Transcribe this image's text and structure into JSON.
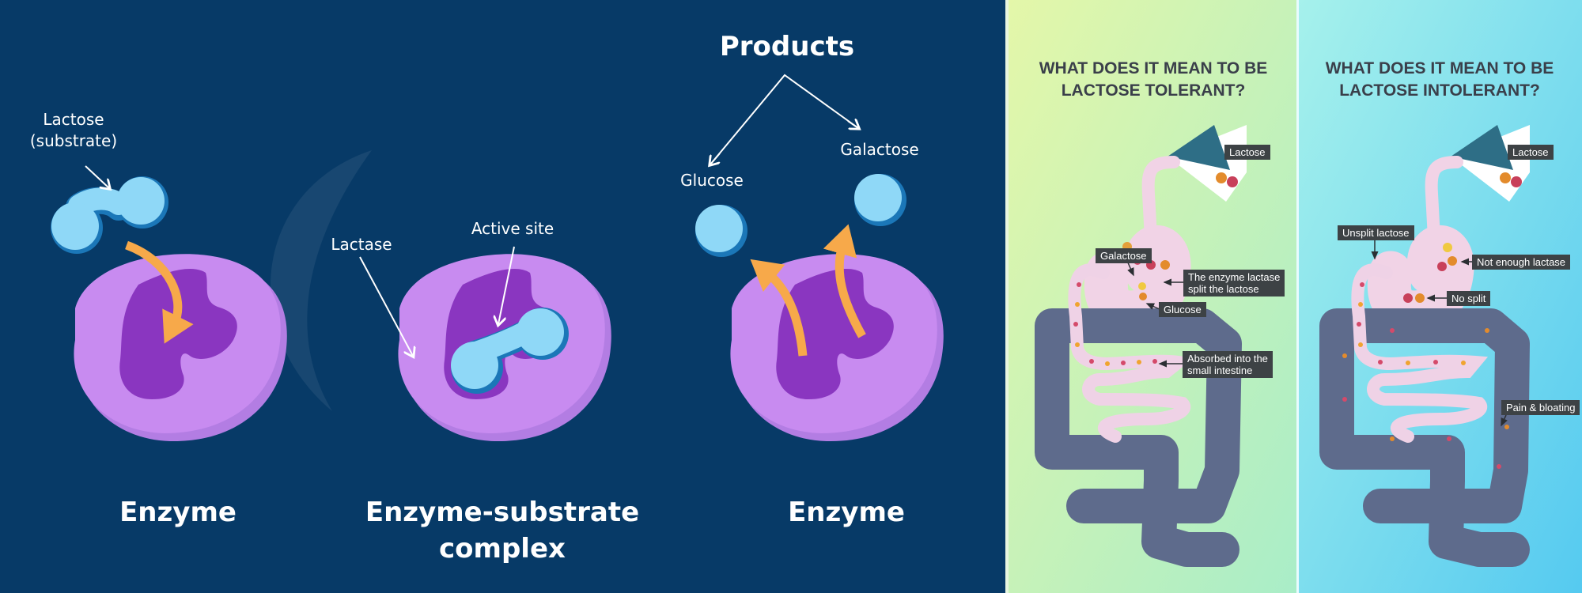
{
  "left_diagram": {
    "substrate_label": [
      "Lactose",
      "(substrate)"
    ],
    "lactase_label": "Lactase",
    "active_site_label": "Active site",
    "products_label": "Products",
    "glucose_label": "Glucose",
    "galactose_label": "Galactose",
    "stage_labels": [
      "Enzyme",
      "Enzyme-substrate",
      "complex",
      "Enzyme"
    ]
  },
  "tolerant_panel": {
    "title": [
      "WHAT DOES IT MEAN TO BE",
      "LACTOSE TOLERANT?"
    ],
    "tags": {
      "lactose": "Lactose",
      "galactose": "Galactose",
      "enzyme_split": [
        "The enzyme lactase",
        "split the lactose"
      ],
      "glucose": "Glucose",
      "absorbed": [
        "Absorbed into the",
        "small intestine"
      ]
    }
  },
  "intolerant_panel": {
    "title": [
      "WHAT DOES IT MEAN TO BE",
      "LACTOSE INTOLERANT?"
    ],
    "tags": {
      "lactose": "Lactose",
      "unsplit": "Unsplit lactose",
      "not_enough": "Not enough lactase",
      "no_split": "No split",
      "pain": "Pain & bloating"
    }
  },
  "colors": {
    "background": "#073a67",
    "enzyme_light": "#c484ef",
    "enzyme_dark": "#8a36c0",
    "molecule": "#8fd8f7",
    "arrow": "#f7a94a",
    "gut": "#5e6b8c",
    "tag_bg": "#3d4245"
  }
}
